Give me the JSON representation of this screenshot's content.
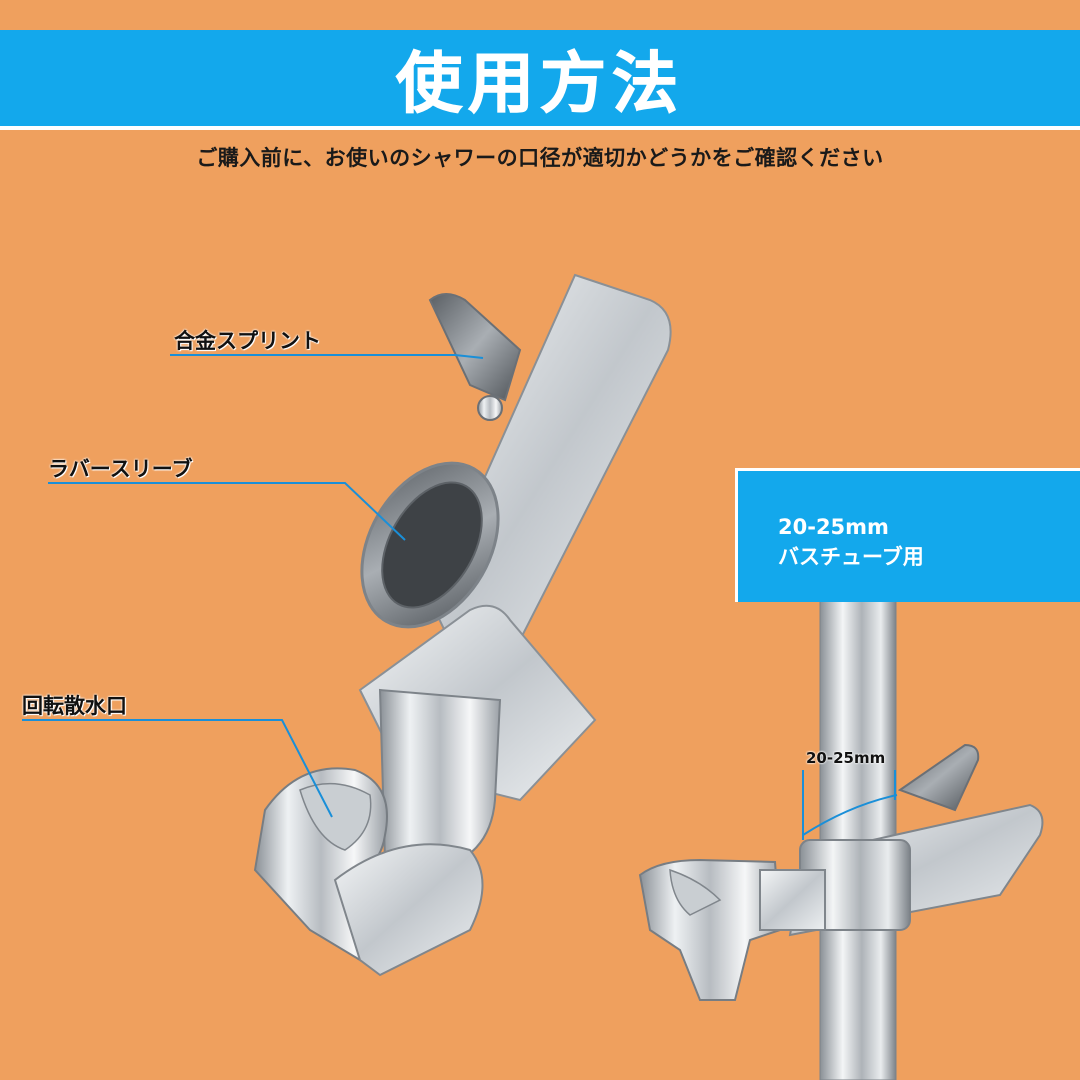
{
  "header": {
    "title": "使用方法",
    "subtitle": "ご購入前に、お使いのシャワーの口径が適切かどうかをご確認ください"
  },
  "callouts": {
    "alloy_splint": "合金スプリント",
    "rubber_sleeve": "ラバースリーブ",
    "rotating_outlet": "回転散水口"
  },
  "info_box": {
    "diameter": "20-25mm",
    "usage": "バスチューブ用"
  },
  "dimension_label": "20-25mm",
  "colors": {
    "background": "#efa05e",
    "accent_blue": "#13a8ec",
    "leader_line": "#1a8fd8",
    "chrome_light": "#f2f4f6",
    "chrome_dark": "#7d8389"
  }
}
